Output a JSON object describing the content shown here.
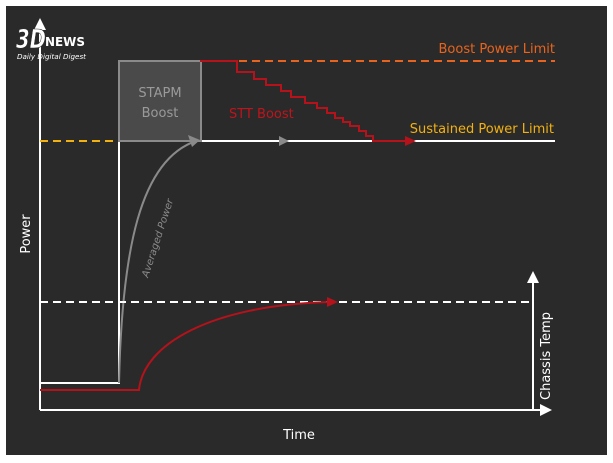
{
  "logo": {
    "brand_3d": "3D",
    "brand_news": "NEWS",
    "tagline": "Daily Digital Digest"
  },
  "labels": {
    "boost_power_limit": "Boost Power Limit",
    "sustained_power_limit": "Sustained Power Limit",
    "stapm_line1": "STAPM",
    "stapm_line2": "Boost",
    "stt_boost": "STT Boost",
    "averaged_power": "Averaged Power",
    "y_axis": "Power",
    "x_axis": "Time",
    "right_axis": "Chassis Temp"
  },
  "colors": {
    "background": "#2a2a2a",
    "axis": "#ffffff",
    "boost_limit": "#e8641e",
    "sustained_limit": "#f2b10f",
    "stt_curve": "#b5121b",
    "averaged_power": "#8a8a8a",
    "stapm_box_fill": "#4a4a4a",
    "stapm_box_stroke": "#8a8a8a",
    "stapm_text": "#9a9a9a",
    "stt_text": "#c0141c",
    "temp_threshold": "#ffffff"
  }
}
